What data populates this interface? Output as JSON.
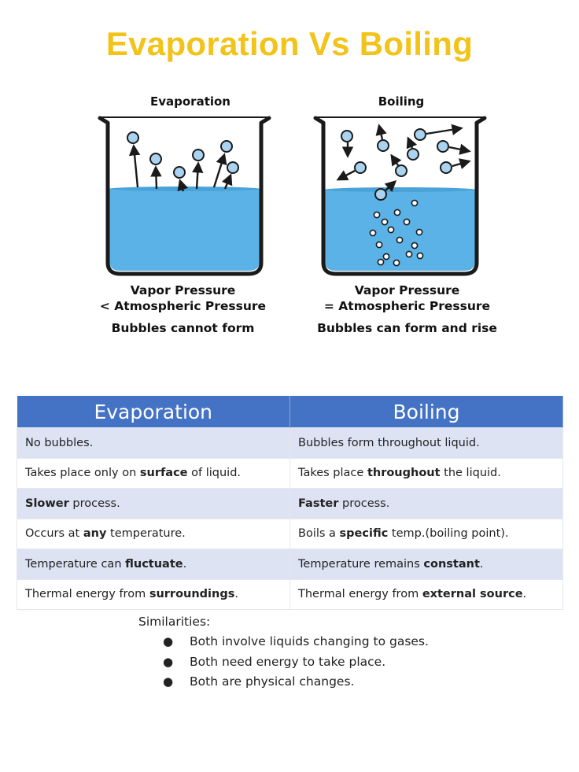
{
  "title": "Evaporation Vs Boiling",
  "diagram": {
    "left": {
      "label": "Evaporation",
      "caption_line1": "Vapor Pressure",
      "caption_line2": "< Atmospheric Pressure",
      "caption_line3": "Bubbles cannot form"
    },
    "right": {
      "label": "Boiling",
      "caption_line1": "Vapor Pressure",
      "caption_line2": "= Atmospheric Pressure",
      "caption_line3": "Bubbles can form and rise"
    },
    "colors": {
      "liquid": "#5ab2e6",
      "particle": "#a9d3f0",
      "outline": "#1a1a1a",
      "title": "#f2c318"
    }
  },
  "table": {
    "headers": [
      "Evaporation",
      "Boiling"
    ],
    "header_color": "#4472c4",
    "rows": [
      [
        [
          {
            "t": "No bubbles."
          }
        ],
        [
          {
            "t": "Bubbles form throughout liquid."
          }
        ]
      ],
      [
        [
          {
            "t": "Takes place only on "
          },
          {
            "t": "surface",
            "b": true
          },
          {
            "t": " of liquid."
          }
        ],
        [
          {
            "t": "Takes place "
          },
          {
            "t": "throughout",
            "b": true
          },
          {
            "t": " the liquid."
          }
        ]
      ],
      [
        [
          {
            "t": "Slower",
            "b": true
          },
          {
            "t": " process."
          }
        ],
        [
          {
            "t": "Faster",
            "b": true
          },
          {
            "t": " process."
          }
        ]
      ],
      [
        [
          {
            "t": "Occurs at "
          },
          {
            "t": "any",
            "b": true
          },
          {
            "t": " temperature."
          }
        ],
        [
          {
            "t": "Boils a "
          },
          {
            "t": "specific",
            "b": true
          },
          {
            "t": " temp.(boiling point)."
          }
        ]
      ],
      [
        [
          {
            "t": "Temperature can "
          },
          {
            "t": "fluctuate",
            "b": true
          },
          {
            "t": "."
          }
        ],
        [
          {
            "t": "Temperature remains "
          },
          {
            "t": "constant",
            "b": true
          },
          {
            "t": "."
          }
        ]
      ],
      [
        [
          {
            "t": "Thermal energy from "
          },
          {
            "t": "surroundings",
            "b": true
          },
          {
            "t": "."
          }
        ],
        [
          {
            "t": "Thermal energy from "
          },
          {
            "t": "external source",
            "b": true
          },
          {
            "t": "."
          }
        ]
      ]
    ]
  },
  "similarities": {
    "title": "Similarities:",
    "items": [
      "Both involve liquids changing to gases.",
      "Both need energy to take place.",
      "Both are physical changes."
    ]
  }
}
